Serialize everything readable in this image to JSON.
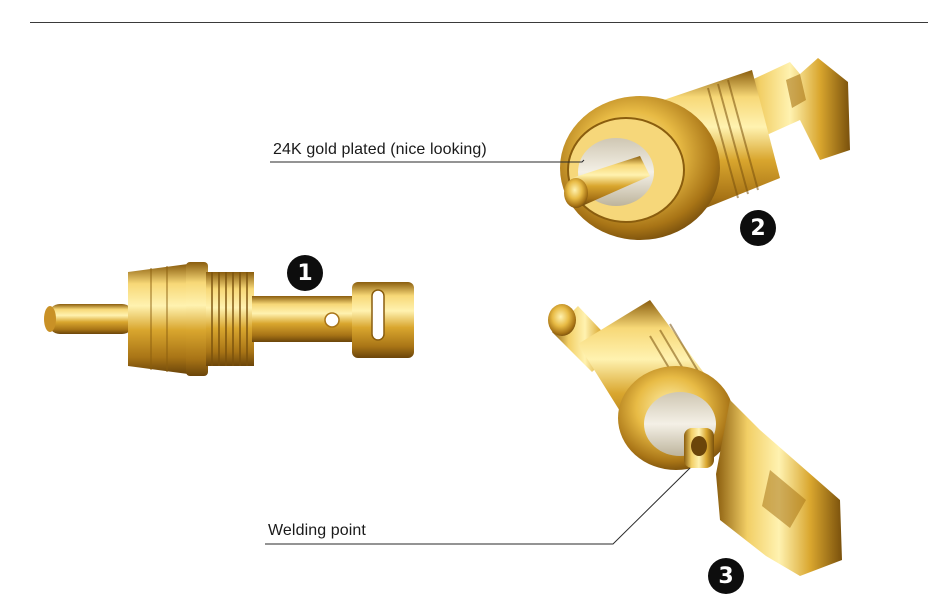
{
  "callouts": {
    "gold_plating": "24K gold plated (nice looking)",
    "welding": "Welding point"
  },
  "badges": {
    "one": "1",
    "two": "2",
    "three": "3"
  },
  "colors": {
    "gold_light": "#fff2b0",
    "gold_mid": "#e0b33c",
    "gold_dark": "#8a5d0e",
    "insulator": "#e8e2d2",
    "badge": "#0d0d0d",
    "rule": "#3a3a3a"
  }
}
